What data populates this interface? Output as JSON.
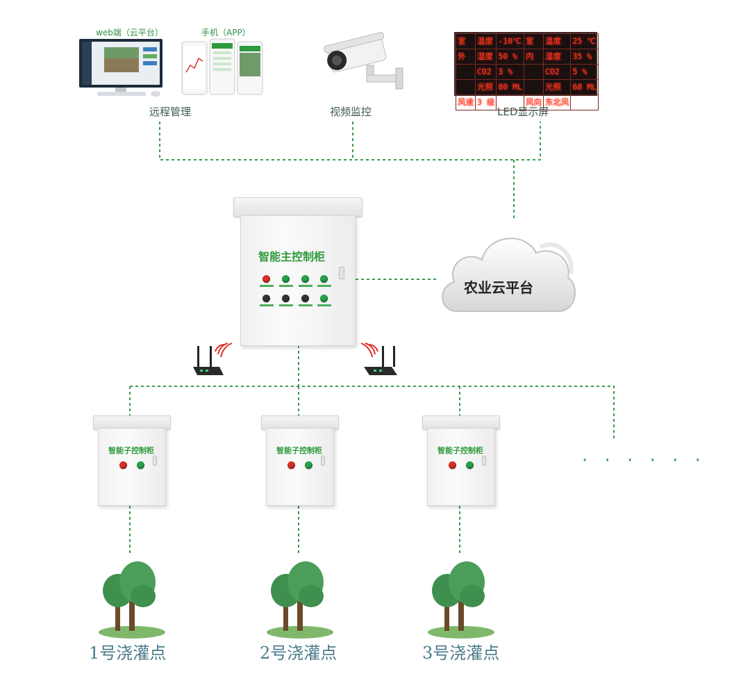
{
  "top_devices": {
    "remote": {
      "label": "远程管理",
      "web_caption": "web端（云平台）",
      "app_caption": "手机（APP）"
    },
    "camera": {
      "label": "视频监控"
    },
    "led": {
      "label": "LED显示屏",
      "rows": [
        [
          "室",
          "温度",
          "-10℃",
          "室",
          "温度",
          "25 ℃"
        ],
        [
          "外",
          "湿度",
          "50 %",
          "内",
          "湿度",
          "35 %"
        ],
        [
          "",
          "CO2",
          "3 %",
          "",
          "CO2",
          "5 %"
        ],
        [
          "",
          "光照",
          "80 ML",
          "",
          "光照",
          "68 ML"
        ],
        [
          "风速",
          "3 级",
          "",
          "风向",
          "东北风",
          ""
        ]
      ]
    }
  },
  "cloud": {
    "label": "农业云平台"
  },
  "main_cabinet": {
    "title": "智能主控制柜"
  },
  "sub_cabinets": [
    {
      "title": "智能子控制柜",
      "point": "1号浇灌点"
    },
    {
      "title": "智能子控制柜",
      "point": "2号浇灌点"
    },
    {
      "title": "智能子控制柜",
      "point": "3号浇灌点"
    }
  ],
  "more_indicator": "· · · · · ·",
  "colors": {
    "line": "#3a9a4e",
    "accent": "#2f9a3c",
    "led": "#ff3a25"
  },
  "icons": [
    "monitor-icon",
    "phone-icon",
    "camera-icon",
    "router-icon",
    "tree-icon",
    "cloud-icon"
  ]
}
